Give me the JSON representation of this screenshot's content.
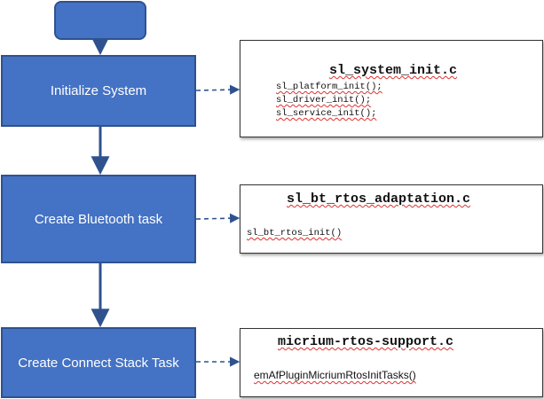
{
  "steps": [
    {
      "label": "Initialize System"
    },
    {
      "label": "Create Bluetooth task"
    },
    {
      "label": "Create Connect Stack Task"
    }
  ],
  "code_boxes": [
    {
      "title": "sl_system_init.c",
      "lines": [
        "sl_platform_init();",
        "sl_driver_init();",
        "sl_service_init();"
      ]
    },
    {
      "title": "sl_bt_rtos_adaptation.c",
      "lines": [
        "sl_bt_rtos_init()"
      ]
    },
    {
      "title": "micrium-rtos-support.c",
      "lines": [
        "emAfPluginMicriumRtosInitTasks()"
      ]
    }
  ],
  "colors": {
    "box_fill": "#4472c4",
    "box_border": "#2f528f",
    "arrow": "#2f528f",
    "spellcheck_squiggle": "#e03030"
  }
}
